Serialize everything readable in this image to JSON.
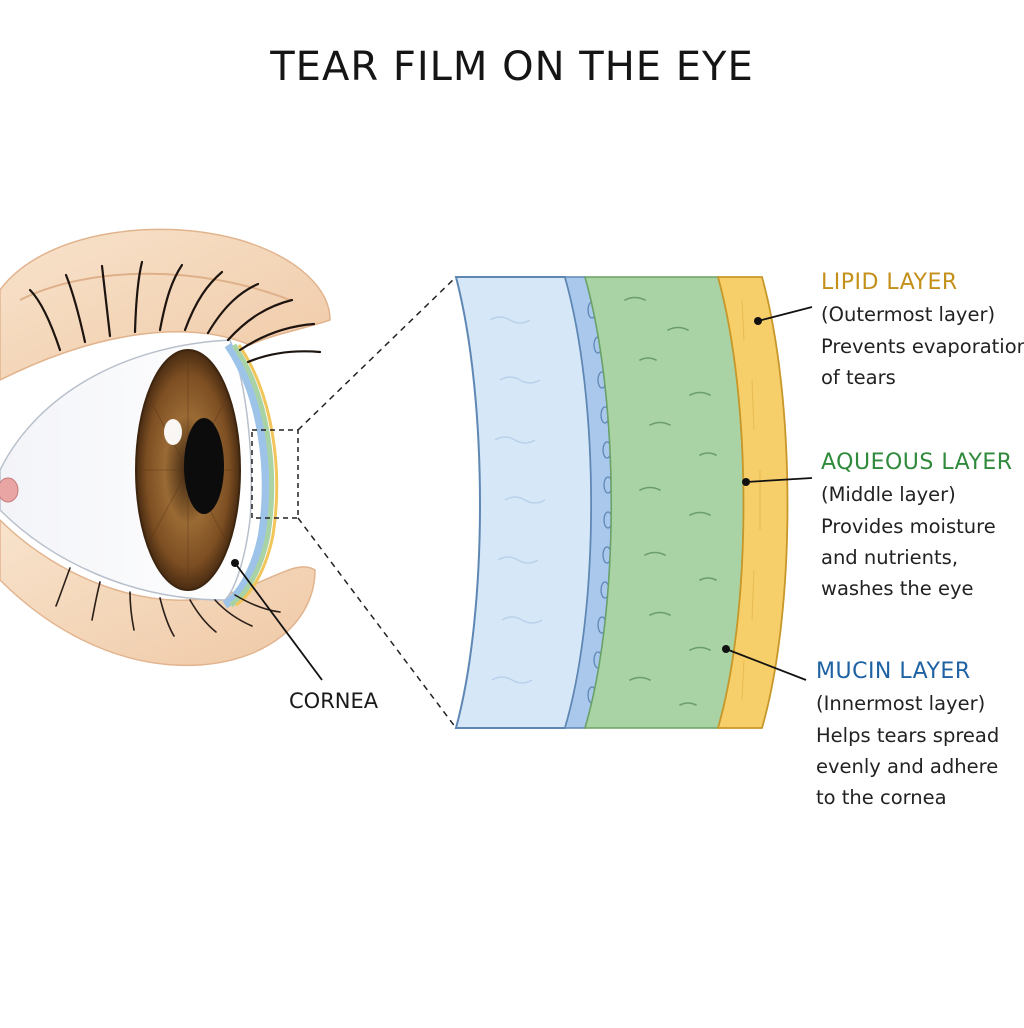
{
  "title": "TEAR FILM ON THE EYE",
  "cornea_label": "CORNEA",
  "layers": [
    {
      "heading": "LIPID LAYER",
      "subtitle": "(Outermost layer)",
      "lines": [
        "Prevents evaporation",
        "of tears"
      ],
      "color": "#c4901a"
    },
    {
      "heading": "AQUEOUS LAYER",
      "subtitle": "(Middle layer)",
      "lines": [
        "Provides moisture",
        "and nutrients,",
        "washes the eye"
      ],
      "color": "#2f8a3c"
    },
    {
      "heading": "MUCIN LAYER",
      "subtitle": "(Innermost layer)",
      "lines": [
        "Helps tears spread",
        "evenly and adhere",
        "to the cornea"
      ],
      "color": "#1f62a3"
    }
  ],
  "colors": {
    "cornea_blue": "#cfe2f3",
    "mucin_blue": "#a9c8ec",
    "aqueous_green": "#a9d3a5",
    "lipid_yellow": "#f6cf6a",
    "iris_brown": "#8a5a2b",
    "skin": "#f4d8bc"
  }
}
